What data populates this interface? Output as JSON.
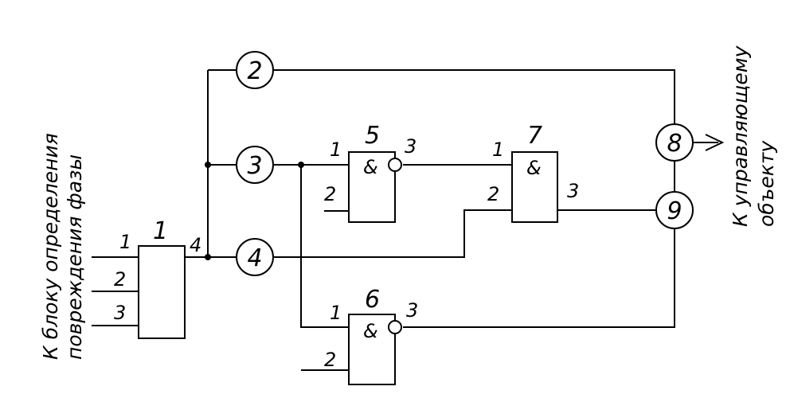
{
  "blocks": {
    "b1": {
      "number": "1",
      "inputs": [
        "1",
        "2",
        "3"
      ],
      "output": "4"
    },
    "b5": {
      "number": "5",
      "symbol": "&",
      "inputs": [
        "1",
        "2"
      ],
      "output": "3"
    },
    "b6": {
      "number": "6",
      "symbol": "&",
      "inputs": [
        "1",
        "2"
      ],
      "output": "3"
    },
    "b7": {
      "number": "7",
      "symbol": "&",
      "inputs": [
        "1",
        "2"
      ],
      "output": "3"
    }
  },
  "circles": {
    "c2": "2",
    "c3": "3",
    "c4": "4",
    "c8": "8",
    "c9": "9"
  },
  "labels": {
    "left_line1": "К блоку определения",
    "left_line2": "повреждения фазы",
    "right_line1": "К управляющему",
    "right_line2": "объекту"
  }
}
